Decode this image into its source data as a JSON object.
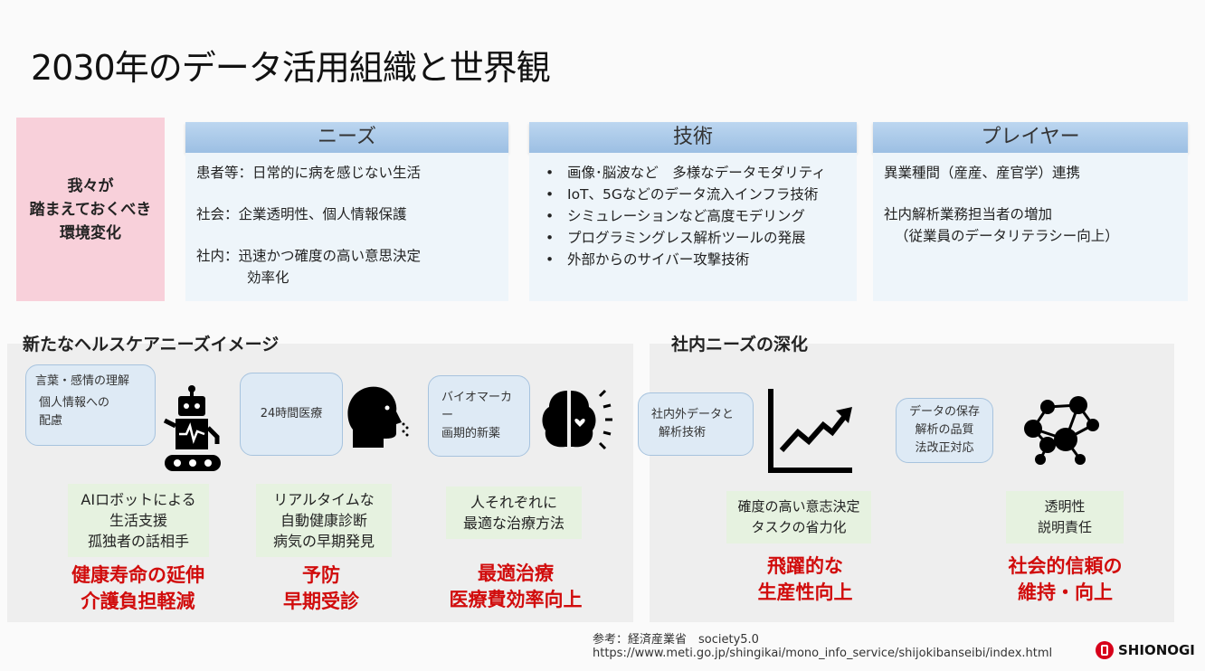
{
  "title": "2030年のデータ活用組織と世界観",
  "env_box": {
    "line1": "我々が",
    "line2": "踏まえておくべき",
    "line3": "環境変化"
  },
  "columns": [
    {
      "header": "ニーズ",
      "items": [
        "患者等：日常的に病を感じない生活",
        "社会：企業透明性、個人情報保護",
        "社内：迅速かつ確度の高い意思決定",
        "効率化"
      ]
    },
    {
      "header": "技術",
      "items": [
        "画像･脳波など　多様なデータモダリティ",
        "IoT、5Gなどのデータ流入インフラ技術",
        "シミュレーションなど高度モデリング",
        "プログラミングレス解析ツールの発展",
        "外部からのサイバー攻撃技術"
      ]
    },
    {
      "header": "プレイヤー",
      "items": [
        "異業種間（産産、産官学）連携",
        "社内解析業務担当者の増加",
        "（従業員のデータリテラシー向上）"
      ]
    }
  ],
  "healthcare": {
    "title": "新たなヘルスケアニーズイメージ",
    "cards": [
      {
        "icon": "robot-icon",
        "bubble": [
          "言葉・感情の理解",
          "個人情報への",
          "配慮"
        ],
        "desc": [
          "AIロボットによる",
          "生活支援",
          "孤独者の話相手"
        ],
        "result": [
          "健康寿命の延伸",
          "介護負担軽減"
        ]
      },
      {
        "icon": "head-icon",
        "bubble": [
          "24時間医療"
        ],
        "desc": [
          "リアルタイムな",
          "自動健康診断",
          "病気の早期発見"
        ],
        "result": [
          "予防",
          "早期受診"
        ]
      },
      {
        "icon": "brain-icon",
        "bubble": [
          "バイオマーカー",
          "画期的新薬"
        ],
        "desc": [
          "人それぞれに",
          "最適な治療方法"
        ],
        "result": [
          "最適治療",
          "医療費効率向上"
        ]
      }
    ]
  },
  "internal": {
    "title": "社内ニーズの深化",
    "cards": [
      {
        "icon": "growth-chart-icon",
        "bubble": [
          "社内外データと",
          "解析技術"
        ],
        "desc": [
          "確度の高い意志決定",
          "タスクの省力化"
        ],
        "result": [
          "飛躍的な",
          "生産性向上"
        ]
      },
      {
        "icon": "network-icon",
        "bubble": [
          "データの保存",
          "解析の品質",
          "法改正対応"
        ],
        "desc": [
          "透明性",
          "説明責任"
        ],
        "result": [
          "社会的信頼の",
          "維持・向上"
        ]
      }
    ]
  },
  "footer": {
    "ref": "参考：経済産業省　society5.0",
    "url": "https://www.meti.go.jp/shingikai/mono_info_service/shijokibanseibi/index.html",
    "logo": "SHIONOGI"
  },
  "colors": {
    "accent_red": "#d10c0c",
    "header_blue": "#a9c8e8",
    "env_pink": "#f8d0da",
    "desc_green": "#e6f2e0"
  }
}
